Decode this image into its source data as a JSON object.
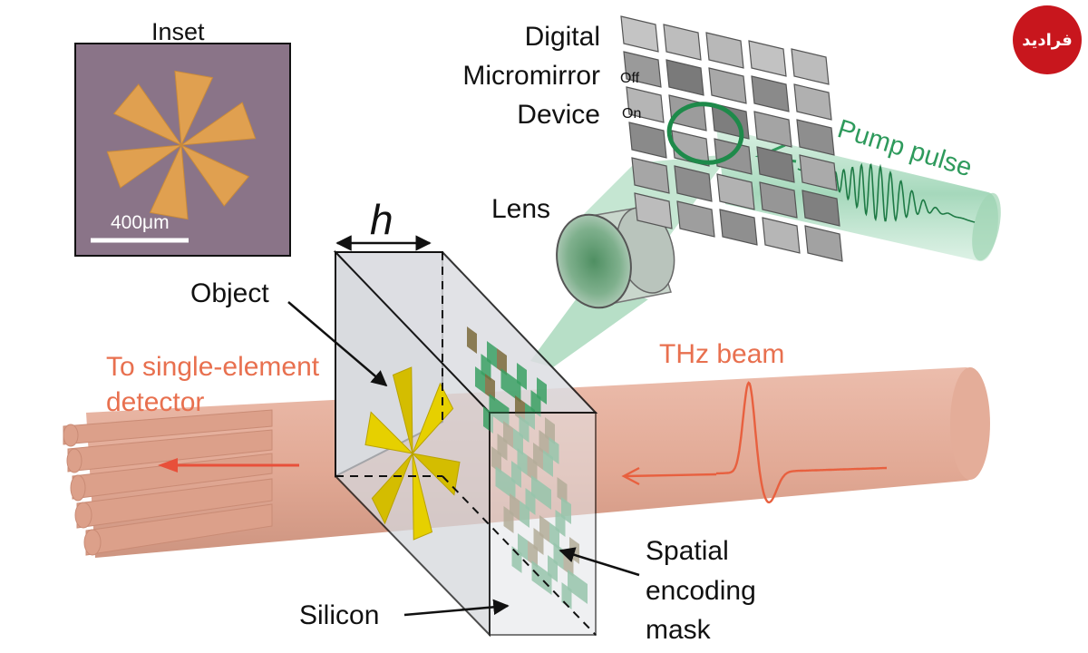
{
  "inset": {
    "title": "Inset",
    "scale_label": "400μm"
  },
  "dmd": {
    "label_lines": [
      "Digital",
      "Micromirror",
      "Device"
    ],
    "off_label": "Off",
    "on_label": "On"
  },
  "pump_label": "Pump pulse",
  "lens_label": "Lens",
  "thickness_label": "h",
  "object_label": "Object",
  "detector_label_lines": [
    "To single-element",
    "detector"
  ],
  "thz_label": "THz beam",
  "mask_label_lines": [
    "Spatial",
    "encoding",
    "mask"
  ],
  "silicon_label": "Silicon",
  "colors": {
    "beam": "#e0a591",
    "beam_text": "#e8704f",
    "arrow_red": "#e8503a",
    "pump_green": "#2e9a5c",
    "mask_green": "#3aa063",
    "object_yellow": "#e6d000",
    "inset_bg": "#8a7488",
    "inset_flower": "#e0a050"
  }
}
